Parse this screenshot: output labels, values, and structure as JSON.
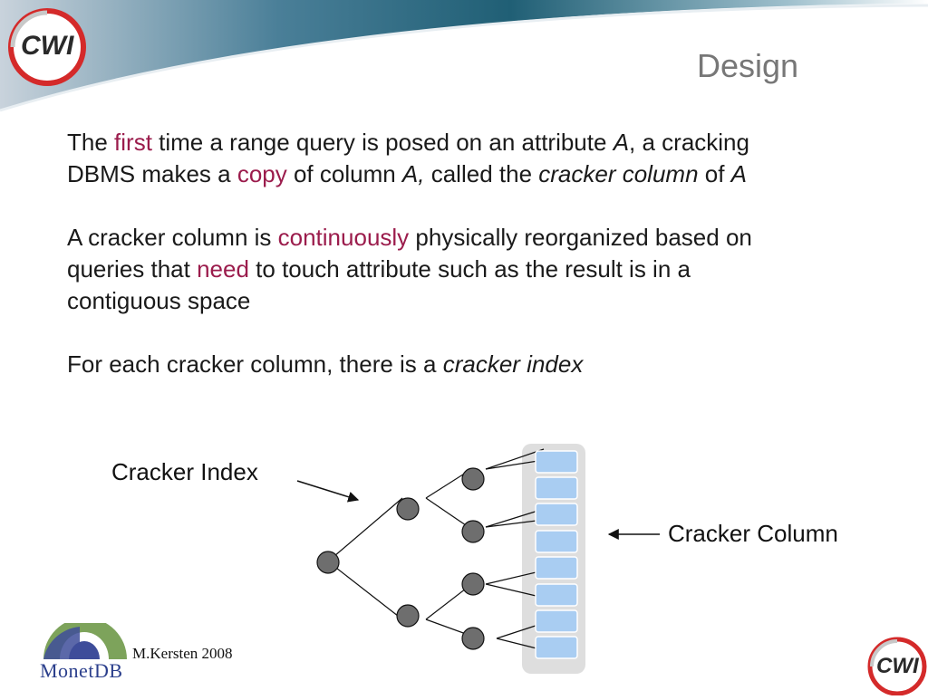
{
  "slide": {
    "title": "Design",
    "author": "M.Kersten 2008",
    "logo_text": "CWI",
    "monet_logo": "MonetDB"
  },
  "paragraphs": {
    "p1": {
      "t1": "The ",
      "t2": "first",
      "t3": " time a range query is posed on an attribute ",
      "t4": "A",
      "t5": ", a cracking DBMS makes a ",
      "t6": "copy",
      "t7": " of column ",
      "t8": "A,",
      "t9": " called the ",
      "t10": "cracker column",
      "t11": " of ",
      "t12": "A"
    },
    "p2": {
      "t1": "A cracker column is ",
      "t2": "continuously",
      "t3": " physically reorganized based on queries that ",
      "t4": "need",
      "t5": " to touch attribute such as the result is in a contiguous space"
    },
    "p3": {
      "t1": "For each cracker column, there is a ",
      "t2": "cracker index"
    }
  },
  "diagram": {
    "index_label": "Cracker Index",
    "column_label": "Cracker Column",
    "node_color": "#6e6e6e",
    "cell_color": "#a9cdf2",
    "highlight_color": "#9b1c4c"
  }
}
